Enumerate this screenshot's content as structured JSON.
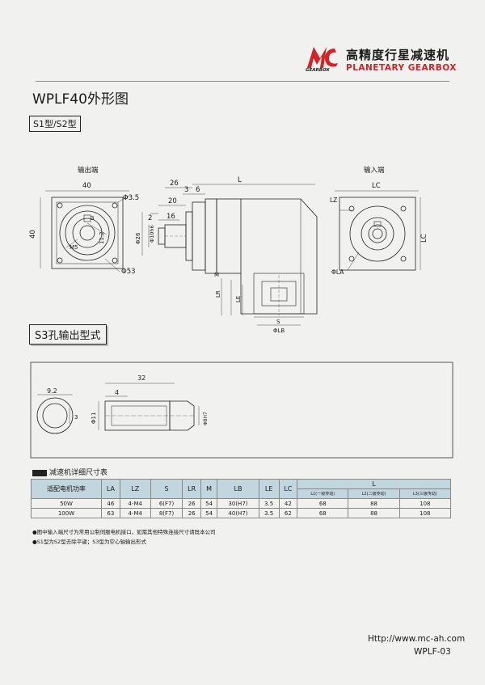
{
  "header": {
    "logo_mark": "MC",
    "logo_sub": "GEARBOX",
    "brand_cn": "高精度行星减速机",
    "brand_en": "PLANETARY GEARBOX"
  },
  "title": "WPLF40外形图",
  "model_tag": "S1型/S2型",
  "drawing": {
    "output_label": "输出端",
    "input_label": "输入端",
    "dims": {
      "d40_top": "40",
      "d35": "Φ3.5",
      "d40_side": "40",
      "d3": "3",
      "d11_2": "11.2",
      "m5": "M5",
      "d53": "Φ53",
      "d26": "26",
      "d3b": "3",
      "d6": "6",
      "L": "L",
      "d20": "20",
      "d2": "2",
      "d16": "16",
      "phi26": "Φ26",
      "phi10": "Φ10h6",
      "M": "M",
      "LR": "LR",
      "LE": "LE",
      "S": "S",
      "phiLB": "ΦLB",
      "LC_top": "LC",
      "LZ": "LZ",
      "LC_side": "LC",
      "phiLA": "ΦLA"
    }
  },
  "section2": {
    "title": "S3孔输出型式",
    "dims": {
      "d92": "9.2",
      "d32": "32",
      "d4": "4",
      "d3": "3",
      "phi11": "Φ11",
      "phi8": "Φ8H7"
    }
  },
  "table": {
    "title": "减速机详细尺寸表",
    "headers": [
      "适配电机功率",
      "LA",
      "LZ",
      "S",
      "LR",
      "M",
      "LB",
      "LE",
      "LC"
    ],
    "L_header": "L",
    "L_sub": [
      "L1(一级传动)",
      "L2(二级传动)",
      "L3(三级传动)"
    ],
    "rows": [
      [
        "50W",
        "46",
        "4-M4",
        "6(F7)",
        "26",
        "54",
        "30(H7)",
        "3.5",
        "42",
        "68",
        "88",
        "108"
      ],
      [
        "100W",
        "63",
        "4-M4",
        "8(F7)",
        "26",
        "54",
        "40(H7)",
        "3.5",
        "62",
        "68",
        "88",
        "108"
      ]
    ]
  },
  "notes": [
    "●图中输入端尺寸为常用公制伺服电机接口，如需其他特殊连接尺寸请既本公司",
    "●S1型为S2型去除平键；S3型为空心轴输出形式"
  ],
  "footer": {
    "url": "Http://www.mc-ah.com",
    "code": "WPLF-03"
  }
}
